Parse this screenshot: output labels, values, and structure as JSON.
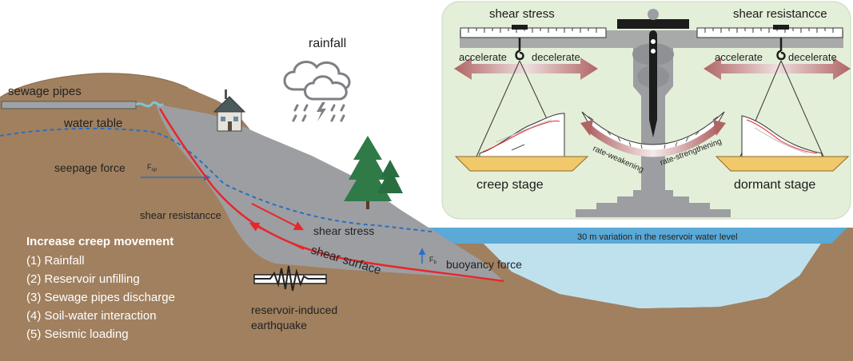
{
  "labels": {
    "sewage_pipes": "sewage pipes",
    "water_table": "water table",
    "rainfall": "rainfall",
    "seepage_force": "seepage force",
    "seepage_symbol": "F",
    "seepage_sub": "sp",
    "shear_resistance": "shear resistancce",
    "shear_stress": "shear stress",
    "shear_surface": "shear surface",
    "buoyancy_force": "buoyancy force",
    "buoyancy_symbol": "F",
    "buoyancy_sub": "b",
    "earthquake_line1": "reservoir-induced",
    "earthquake_line2": "earthquake",
    "reservoir_level": "30 m variation in the reservoir water level"
  },
  "creep_list": {
    "title": "Increase creep movement",
    "items": [
      "(1) Rainfall",
      "(2) Reservoir unfilling",
      "(3) Sewage pipes discharge",
      "(4) Soil-water interaction",
      "(5) Seismic loading"
    ]
  },
  "balance": {
    "left_title": "shear stress",
    "right_title": "shear resistancce",
    "left_accelerate": "accelerate",
    "left_decelerate": "decelerate",
    "right_accelerate": "accelerate",
    "right_decelerate": "decelerate",
    "rate_weakening": "rate-weakening",
    "rate_strengthening": "rate-strengthening",
    "creep_stage": "creep stage",
    "dormant_stage": "dormant stage"
  },
  "colors": {
    "soil": "#a0805f",
    "slide_mass": "#9c9ea2",
    "water_surface": "#5aa9d6",
    "water_body": "#bfe1ee",
    "shear_line": "#e8262b",
    "water_table_line": "#2a6fc2",
    "panel_bg": "#e4efd9",
    "tray": "#f1c86a",
    "arrow_pink": "#c08080"
  }
}
